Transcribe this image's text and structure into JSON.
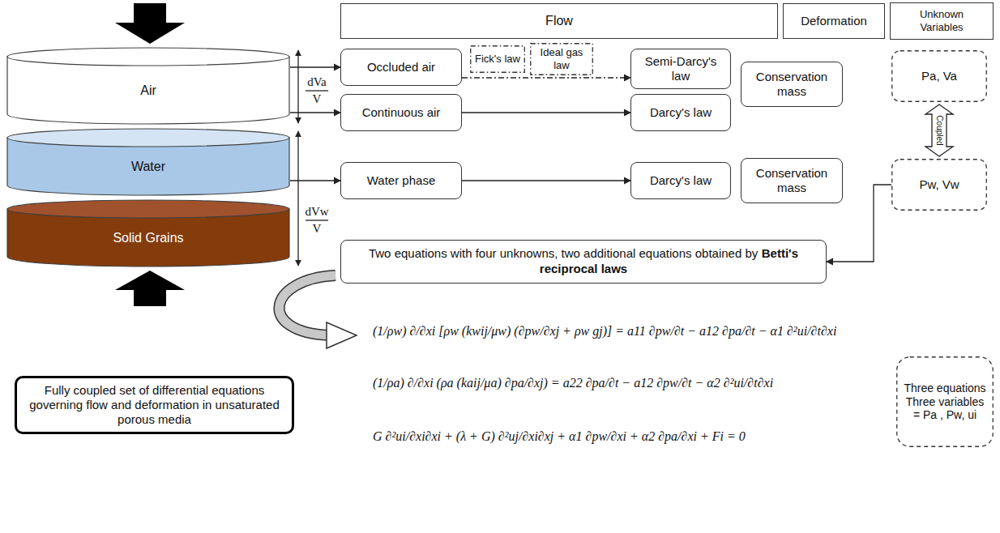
{
  "diagram": {
    "nodes": [
      {
        "text": [
          "Flow"
        ]
      },
      {
        "text": [
          "Deformation"
        ]
      },
      {
        "text": [
          "Unknown Variables"
        ]
      },
      {
        "text": [
          "Air"
        ]
      },
      {
        "text": [
          "Water"
        ]
      },
      {
        "text": [
          "Solid Grains"
        ]
      },
      {
        "text": [
          "Occluded air"
        ]
      },
      {
        "text": [
          "Fick's law"
        ]
      },
      {
        "text": [
          "Ideal gas law"
        ]
      },
      {
        "text": [
          "Semi-Darcy's law"
        ]
      },
      {
        "text": [
          "Continuous air"
        ]
      },
      {
        "text": [
          "Darcy's law"
        ]
      },
      {
        "text": [
          "Conservation mass"
        ]
      },
      {
        "text": [
          "Pa, Va"
        ]
      },
      {
        "text": [
          "Water phase"
        ]
      },
      {
        "text": [
          "Darcy's law"
        ]
      },
      {
        "text": [
          "Conservation mass"
        ]
      },
      {
        "text": [
          "Pw, Vw"
        ]
      },
      {
        "text": [
          "Two equations with four unknowns, two additional equations obtained by",
          "Betti's reciprocal laws"
        ]
      },
      {
        "text": [
          "Fully coupled set of differential equations governing flow and deformation in unsaturated porous media"
        ]
      },
      {
        "text": [
          "Three equations Three variables = Pa , Pw, ui"
        ]
      }
    ],
    "edges": [
      {
        "from": 3,
        "to": 6,
        "arrow": "to"
      },
      {
        "from": 3,
        "to": 10,
        "arrow": "to"
      },
      {
        "from": 4,
        "to": 14,
        "arrow": "to"
      },
      {
        "from": 6,
        "to": 9,
        "arrow": "to"
      },
      {
        "from": 10,
        "to": 11,
        "arrow": "to"
      },
      {
        "from": 14,
        "to": 15,
        "arrow": "to"
      },
      {
        "from": 13,
        "to": 17,
        "arrow": "both",
        "label": "Coupled"
      },
      {
        "from": 17,
        "to": 18,
        "arrow": "to"
      }
    ],
    "labels": [
      "dVa",
      "V",
      "dVw",
      "V",
      "(1/ρw) ∂/∂xi [ρw (kwij/μw) (∂pw/∂xj + ρw gj)] = a11 ∂pw/∂t − a12 ∂pa/∂t − α1 ∂²ui/∂t∂xi",
      "(1/ρa) ∂/∂xi (ρa (kaij/μa) ∂pa/∂xj) = a22 ∂pa/∂t − a12 ∂pw/∂t − α2 ∂²ui/∂t∂xi",
      "G ∂²ui/∂xi∂xi + (λ + G) ∂²uj/∂xi∂xj + α1 ∂pw/∂xi + α2 ∂pa/∂xi + Fi = 0"
    ]
  }
}
